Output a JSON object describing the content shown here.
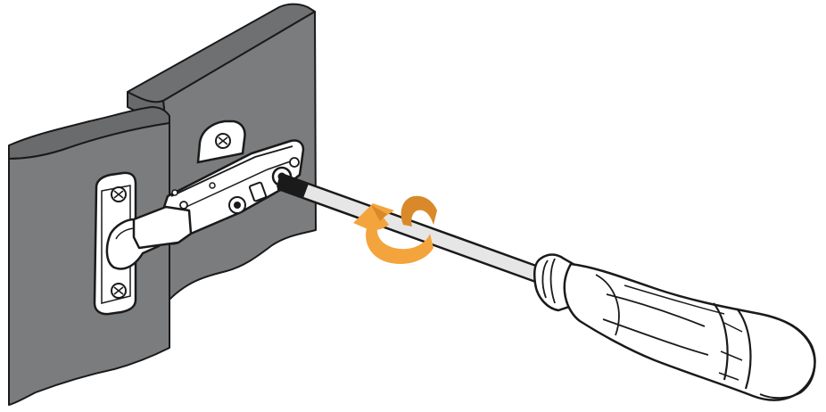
{
  "illustration": {
    "subject": "cabinet-hinge-adjustment",
    "icons": [
      "cabinet-side-panel",
      "cabinet-door-panel",
      "hinge-mounting-plate",
      "concealed-hinge-arm",
      "screwdriver",
      "rotation-arrow"
    ],
    "colors": {
      "panel": "#7b7c7e",
      "panel_edge": "#707173",
      "outline": "#1a1a1a",
      "hinge_metal": "#ffffff",
      "screwdriver_shaft": "#e6e6e6",
      "arrow": "#f4a43c",
      "arrow_shadow": "#d9892a",
      "background": "#ffffff"
    }
  }
}
